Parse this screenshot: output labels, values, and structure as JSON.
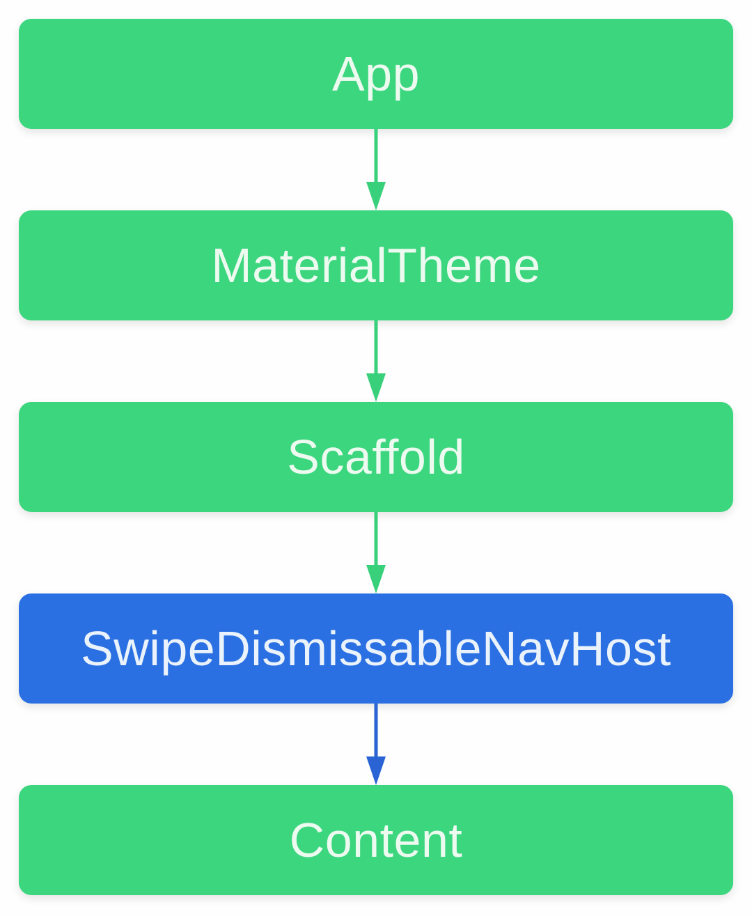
{
  "diagram": {
    "type": "flowchart",
    "direction": "top-down",
    "nodes": [
      {
        "label": "App",
        "fill": "#3BD67E",
        "text_color": "#ECFAF0"
      },
      {
        "label": "MaterialTheme",
        "fill": "#3BD67E",
        "text_color": "#ECFAF0"
      },
      {
        "label": "Scaffold",
        "fill": "#3BD67E",
        "text_color": "#ECFAF0"
      },
      {
        "label": "SwipeDismissableNavHost",
        "fill": "#2B70E2",
        "text_color": "#EAF2FC"
      },
      {
        "label": "Content",
        "fill": "#3BD67E",
        "text_color": "#ECFAF0"
      }
    ],
    "arrows": [
      {
        "from": "App",
        "to": "MaterialTheme",
        "color": "#38D07B"
      },
      {
        "from": "MaterialTheme",
        "to": "Scaffold",
        "color": "#38D07B"
      },
      {
        "from": "Scaffold",
        "to": "SwipeDismissableNavHost",
        "color": "#38D07B"
      },
      {
        "from": "SwipeDismissableNavHost",
        "to": "Content",
        "color": "#2A63D4"
      }
    ]
  }
}
